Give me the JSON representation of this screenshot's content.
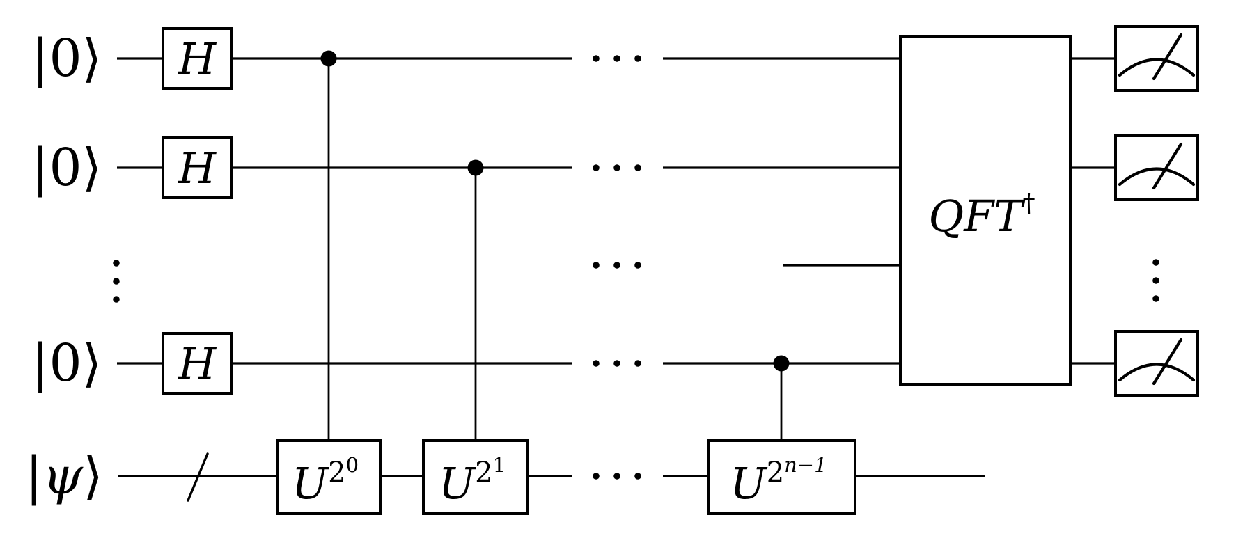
{
  "colors": {
    "ink": "#000000",
    "paper": "#ffffff"
  },
  "registers": [
    {
      "id": "q0",
      "ket": "|0⟩"
    },
    {
      "id": "q1",
      "ket": "|0⟩"
    },
    {
      "id": "q_elided",
      "ket": ""
    },
    {
      "id": "qn",
      "ket": "|0⟩"
    },
    {
      "id": "target",
      "ket_open": "|",
      "ket_symbol": "ψ",
      "ket_close": "⟩"
    }
  ],
  "gates": {
    "hadamard": "H",
    "unitary_base": "U",
    "exponent_base": "2",
    "powers": {
      "first": "0",
      "second": "1",
      "last": "n−1"
    },
    "qft_label": "QFT",
    "qft_dagger": "†"
  },
  "icons": {
    "control_dot": "filled-circle",
    "horizontal_ellipsis": "⋯",
    "vertical_ellipsis": "⋮",
    "measurement_gauge": "meter-with-needle",
    "bundle_slash": "/"
  }
}
